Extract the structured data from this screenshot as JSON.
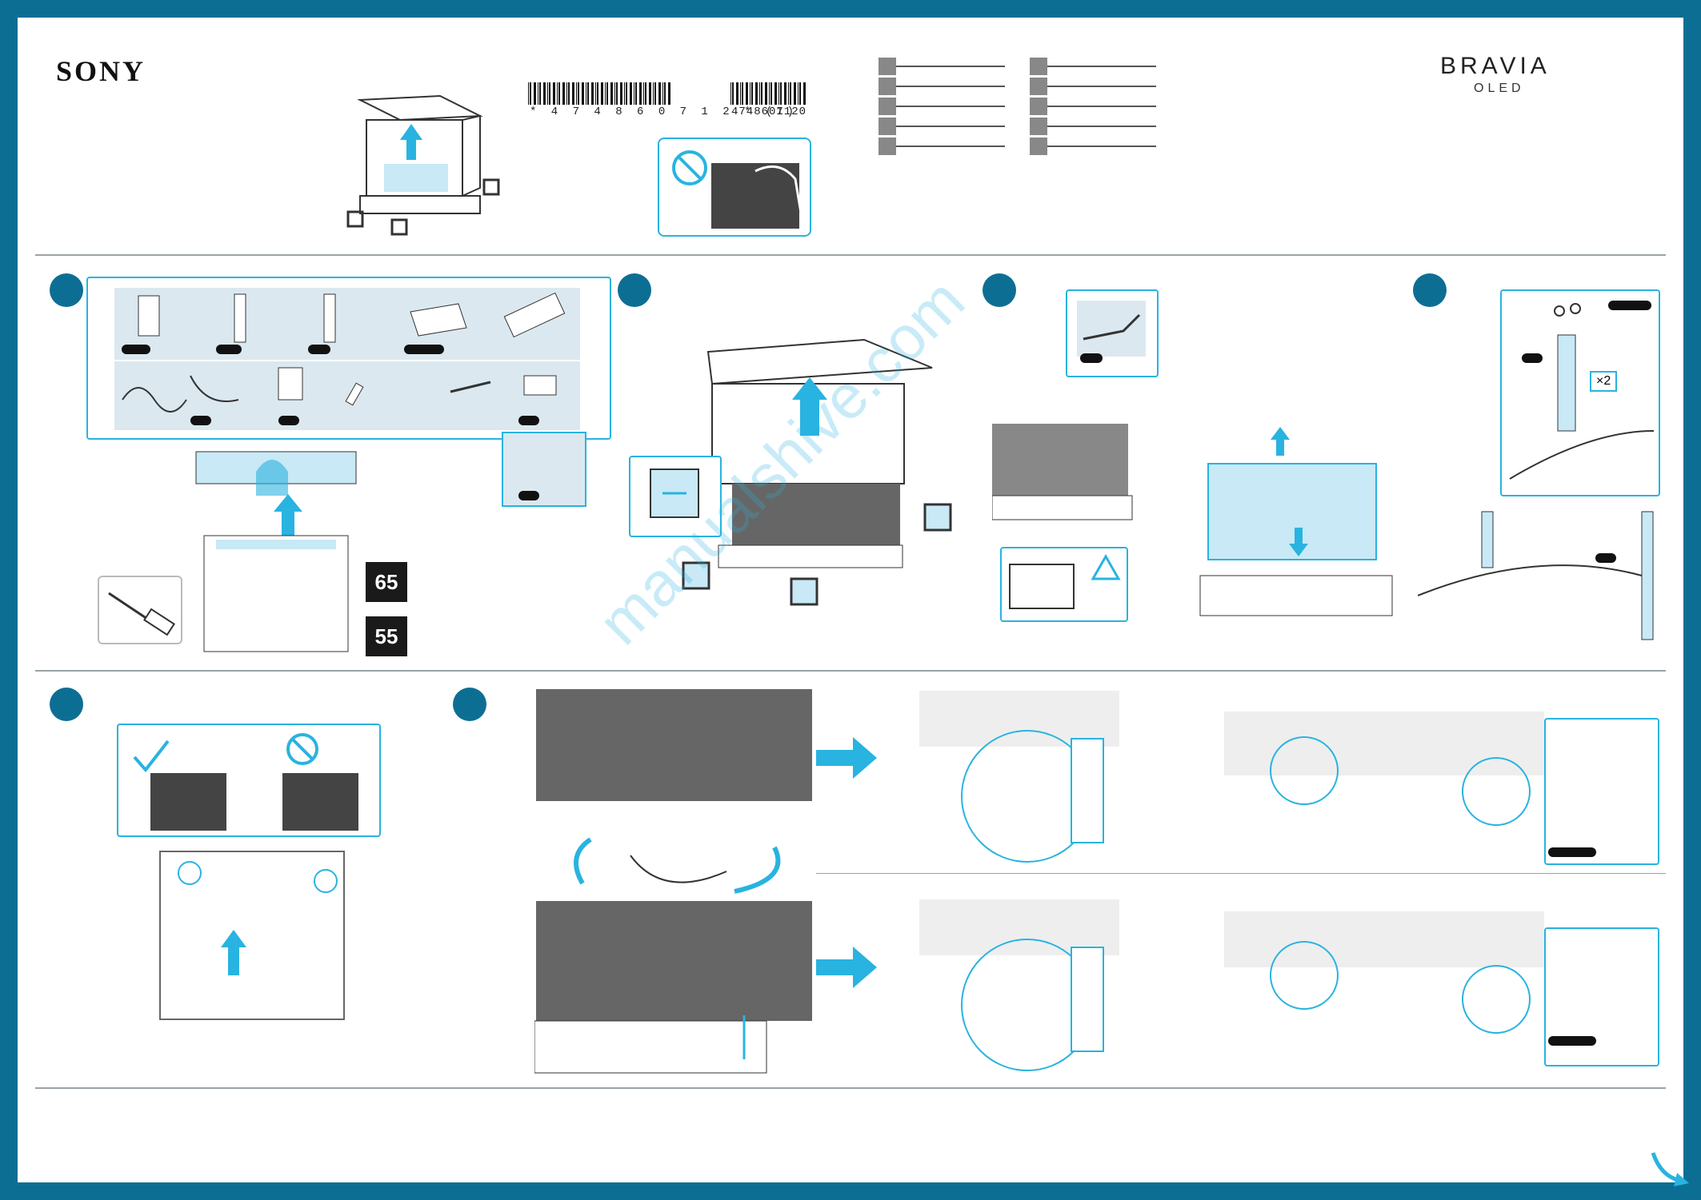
{
  "brand": {
    "left_logo": "SONY",
    "right_logo": "BRAVIA",
    "right_logo_sub": "OLED"
  },
  "barcodes": {
    "left_number": "* 4 7 4 8 6 0 7 1 2 * (1)",
    "right_number": "4748607120"
  },
  "step1": {
    "size_large": "65",
    "size_small": "55"
  },
  "step4": {
    "multiplier": "×2"
  },
  "watermark": "manualshive.com",
  "colors": {
    "frame": "#0d6e94",
    "accent": "#29b3e0",
    "panel": "#dbe8ef"
  }
}
